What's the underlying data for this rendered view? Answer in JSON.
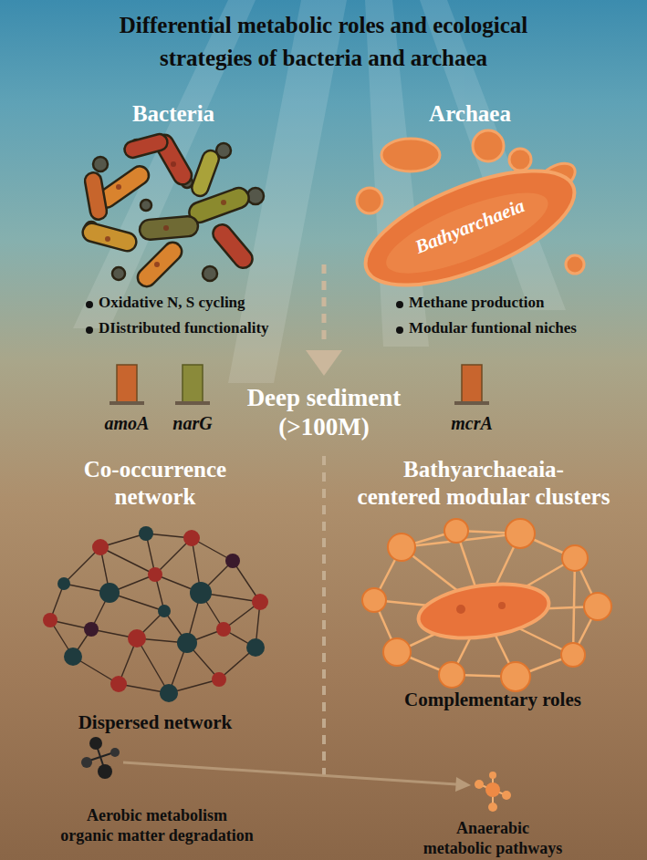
{
  "diagram": {
    "title": "Differential metabolic roles and ecological strategies of bacteria and archaea",
    "nodes": [
      {
        "text": [
          "Bathyarchaeia"
        ]
      }
    ],
    "labels": [
      "Bacteria",
      "Archaea",
      "Oxidative N, S cycling",
      "DIistributed functionality",
      "Methane production",
      "Modular funtional niches",
      "amoA",
      "narG",
      "mcrA",
      "Deep sediment (>100M)",
      "Co-occurrence network",
      "Bathyarchaeaia-centered modular clusters",
      "Dispersed network",
      "Complementary roles",
      "Aerobic metabolism organic matter degradation",
      "Anaerabic metabolic pathways"
    ]
  }
}
